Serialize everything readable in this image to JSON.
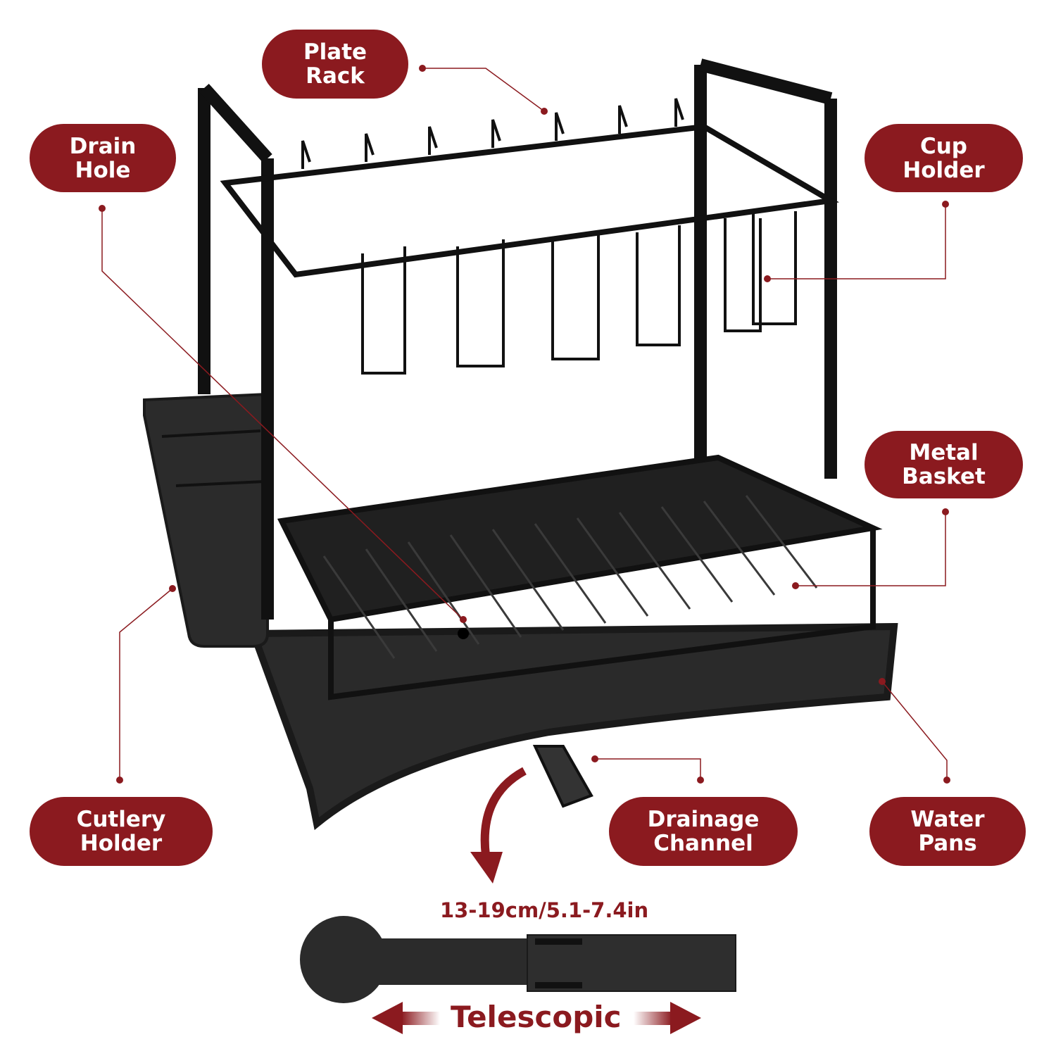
{
  "labels": {
    "plate_rack": "Plate\nRack",
    "drain_hole": "Drain\nHole",
    "cup_holder": "Cup\nHolder",
    "metal_basket": "Metal\nBasket",
    "cutlery_holder": "Cutlery\nHolder",
    "drainage_channel": "Drainage\nChannel",
    "water_pans": "Water\nPans"
  },
  "dimension": "13-19cm/5.1-7.4in",
  "telescopic": "Telescopic",
  "colors": {
    "accent": "#8b1a1f",
    "product": "#1c1c1c"
  }
}
